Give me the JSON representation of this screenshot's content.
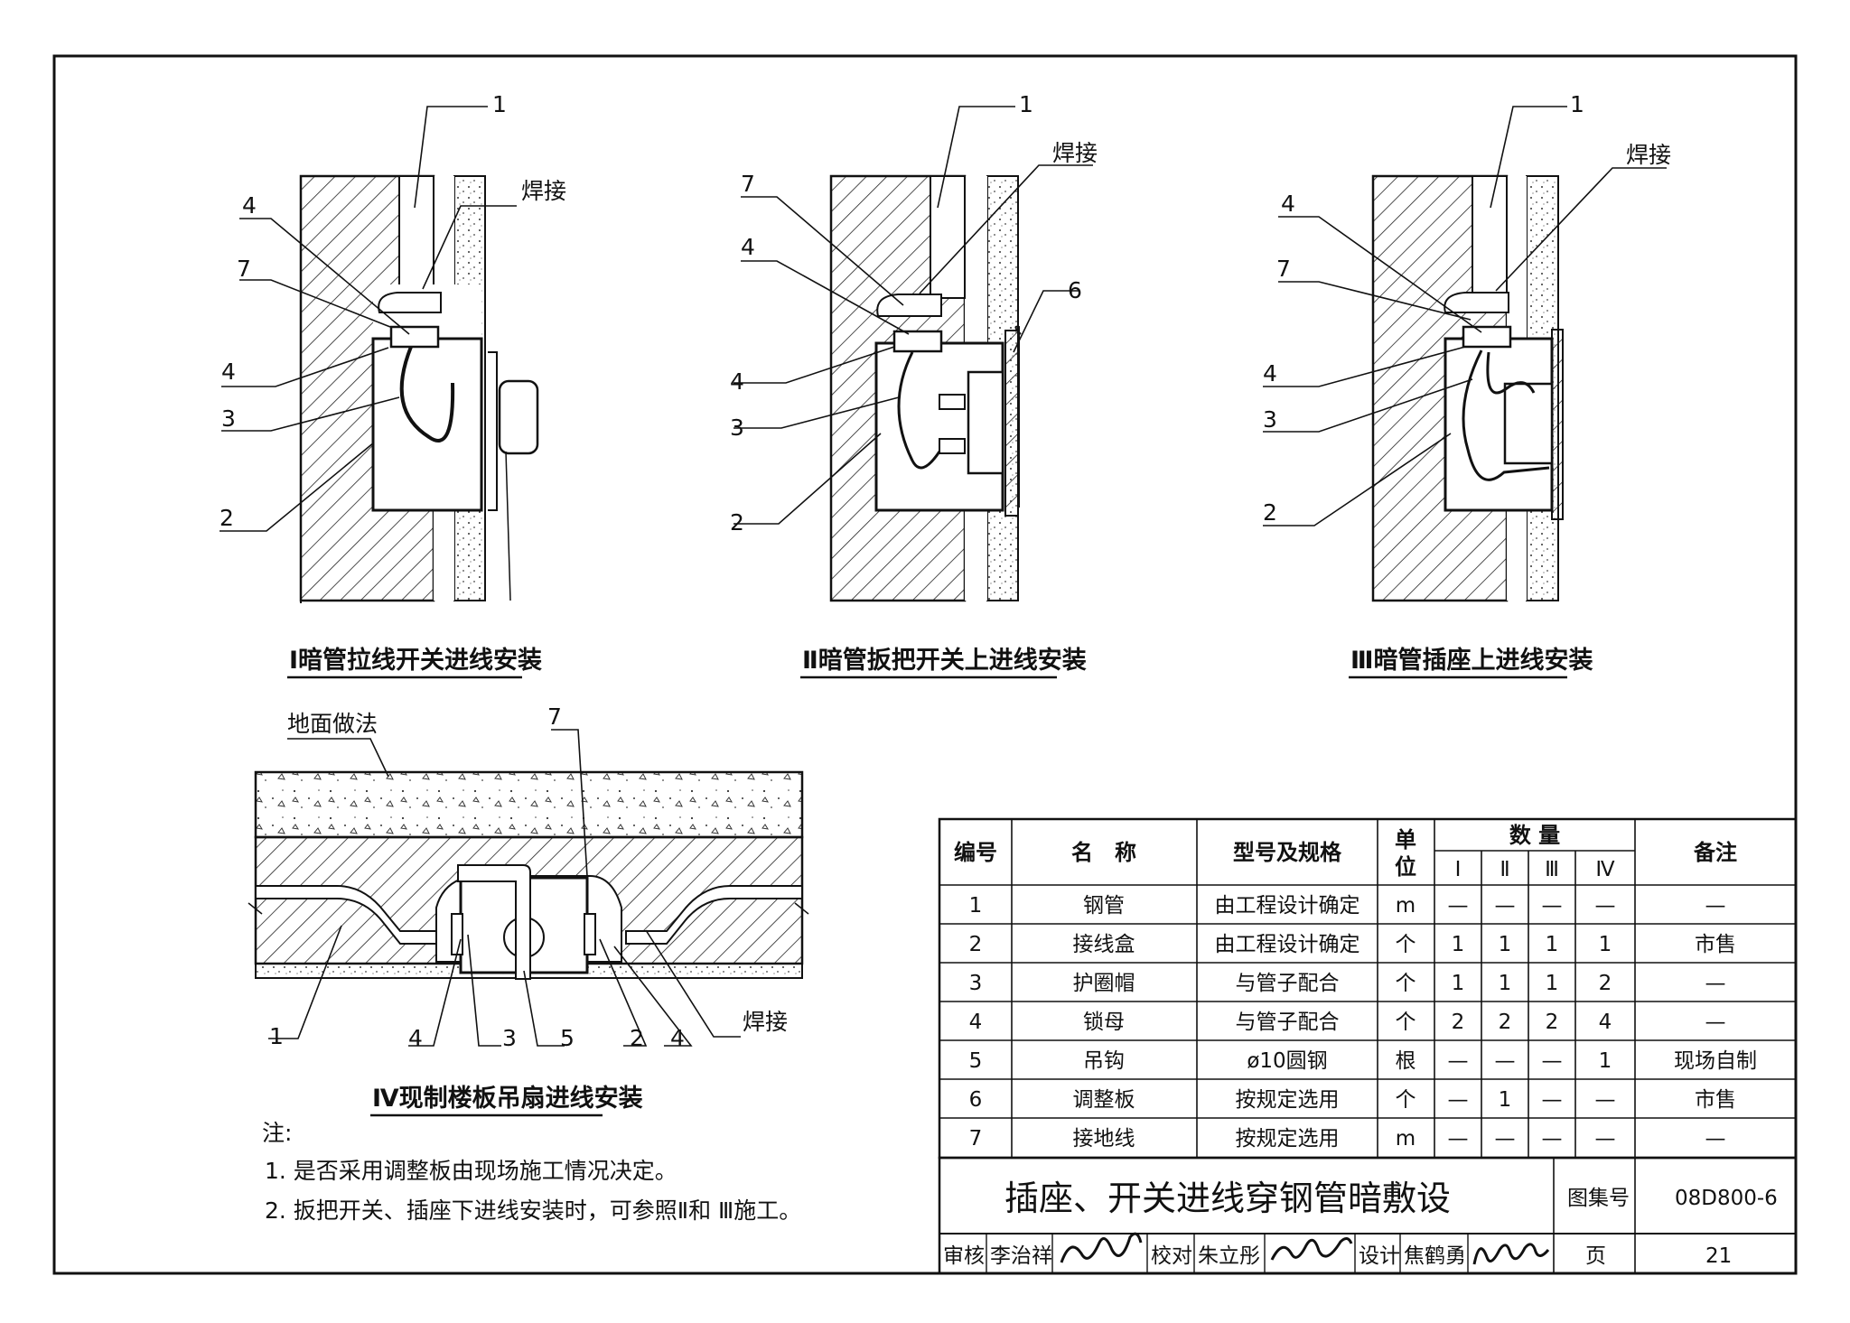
{
  "diagrams": {
    "d1": {
      "title": "Ⅰ暗管拉线开关进线安装",
      "labels": {
        "n1": "1",
        "weld": "焊接",
        "n4a": "4",
        "n7": "7",
        "n4b": "4",
        "n3": "3",
        "n2": "2"
      }
    },
    "d2": {
      "title": "Ⅱ暗管扳把开关上进线安装",
      "labels": {
        "n1": "1",
        "weld": "焊接",
        "n7": "7",
        "n4a": "4",
        "n6": "6",
        "n4b": "4",
        "n3": "3",
        "n2": "2"
      }
    },
    "d3": {
      "title": "Ⅲ暗管插座上进线安装",
      "labels": {
        "n1": "1",
        "weld": "焊接",
        "n4a": "4",
        "n7": "7",
        "n4b": "4",
        "n3": "3",
        "n2": "2"
      }
    },
    "d4": {
      "title": "Ⅳ现制楼板吊扇进线安装",
      "floor_label": "地面做法",
      "labels": {
        "n7": "7",
        "n1": "1",
        "n4a": "4",
        "n3": "3",
        "n5": "5",
        "n2": "2",
        "n4b": "4",
        "weld": "焊接"
      }
    }
  },
  "notes": {
    "heading": "注:",
    "items": [
      "1. 是否采用调整板由现场施工情况决定。",
      "2. 扳把开关、插座下进线安装时，可参照Ⅱ和 Ⅲ施工。"
    ]
  },
  "table": {
    "headers": {
      "no": "编号",
      "name": "名　称",
      "spec": "型号及规格",
      "unit": "单位",
      "qty": "数 量",
      "remark": "备注"
    },
    "qty_cols": [
      "Ⅰ",
      "Ⅱ",
      "Ⅲ",
      "Ⅳ"
    ],
    "rows": [
      {
        "no": "1",
        "name": "钢管",
        "spec": "由工程设计确定",
        "unit": "m",
        "q": [
          "—",
          "—",
          "—",
          "—"
        ],
        "remark": "—"
      },
      {
        "no": "2",
        "name": "接线盒",
        "spec": "由工程设计确定",
        "unit": "个",
        "q": [
          "1",
          "1",
          "1",
          "1"
        ],
        "remark": "市售"
      },
      {
        "no": "3",
        "name": "护圈帽",
        "spec": "与管子配合",
        "unit": "个",
        "q": [
          "1",
          "1",
          "1",
          "2"
        ],
        "remark": "—"
      },
      {
        "no": "4",
        "name": "锁母",
        "spec": "与管子配合",
        "unit": "个",
        "q": [
          "2",
          "2",
          "2",
          "4"
        ],
        "remark": "—"
      },
      {
        "no": "5",
        "name": "吊钩",
        "spec": "ø10圆钢",
        "unit": "根",
        "q": [
          "—",
          "—",
          "—",
          "1"
        ],
        "remark": "现场自制"
      },
      {
        "no": "6",
        "name": "调整板",
        "spec": "按规定选用",
        "unit": "个",
        "q": [
          "—",
          "1",
          "—",
          "—"
        ],
        "remark": "市售"
      },
      {
        "no": "7",
        "name": "接地线",
        "spec": "按规定选用",
        "unit": "m",
        "q": [
          "—",
          "—",
          "—",
          "—"
        ],
        "remark": "—"
      }
    ]
  },
  "title_block": {
    "title": "插座、开关进线穿钢管暗敷设",
    "atlas_label": "图集号",
    "atlas_no": "08D800-6",
    "review_label": "审核",
    "reviewer": "李治祥",
    "check_label": "校对",
    "checker": "朱立彤",
    "design_label": "设计",
    "designer": "焦鹤勇",
    "page_label": "页",
    "page_no": "21"
  }
}
